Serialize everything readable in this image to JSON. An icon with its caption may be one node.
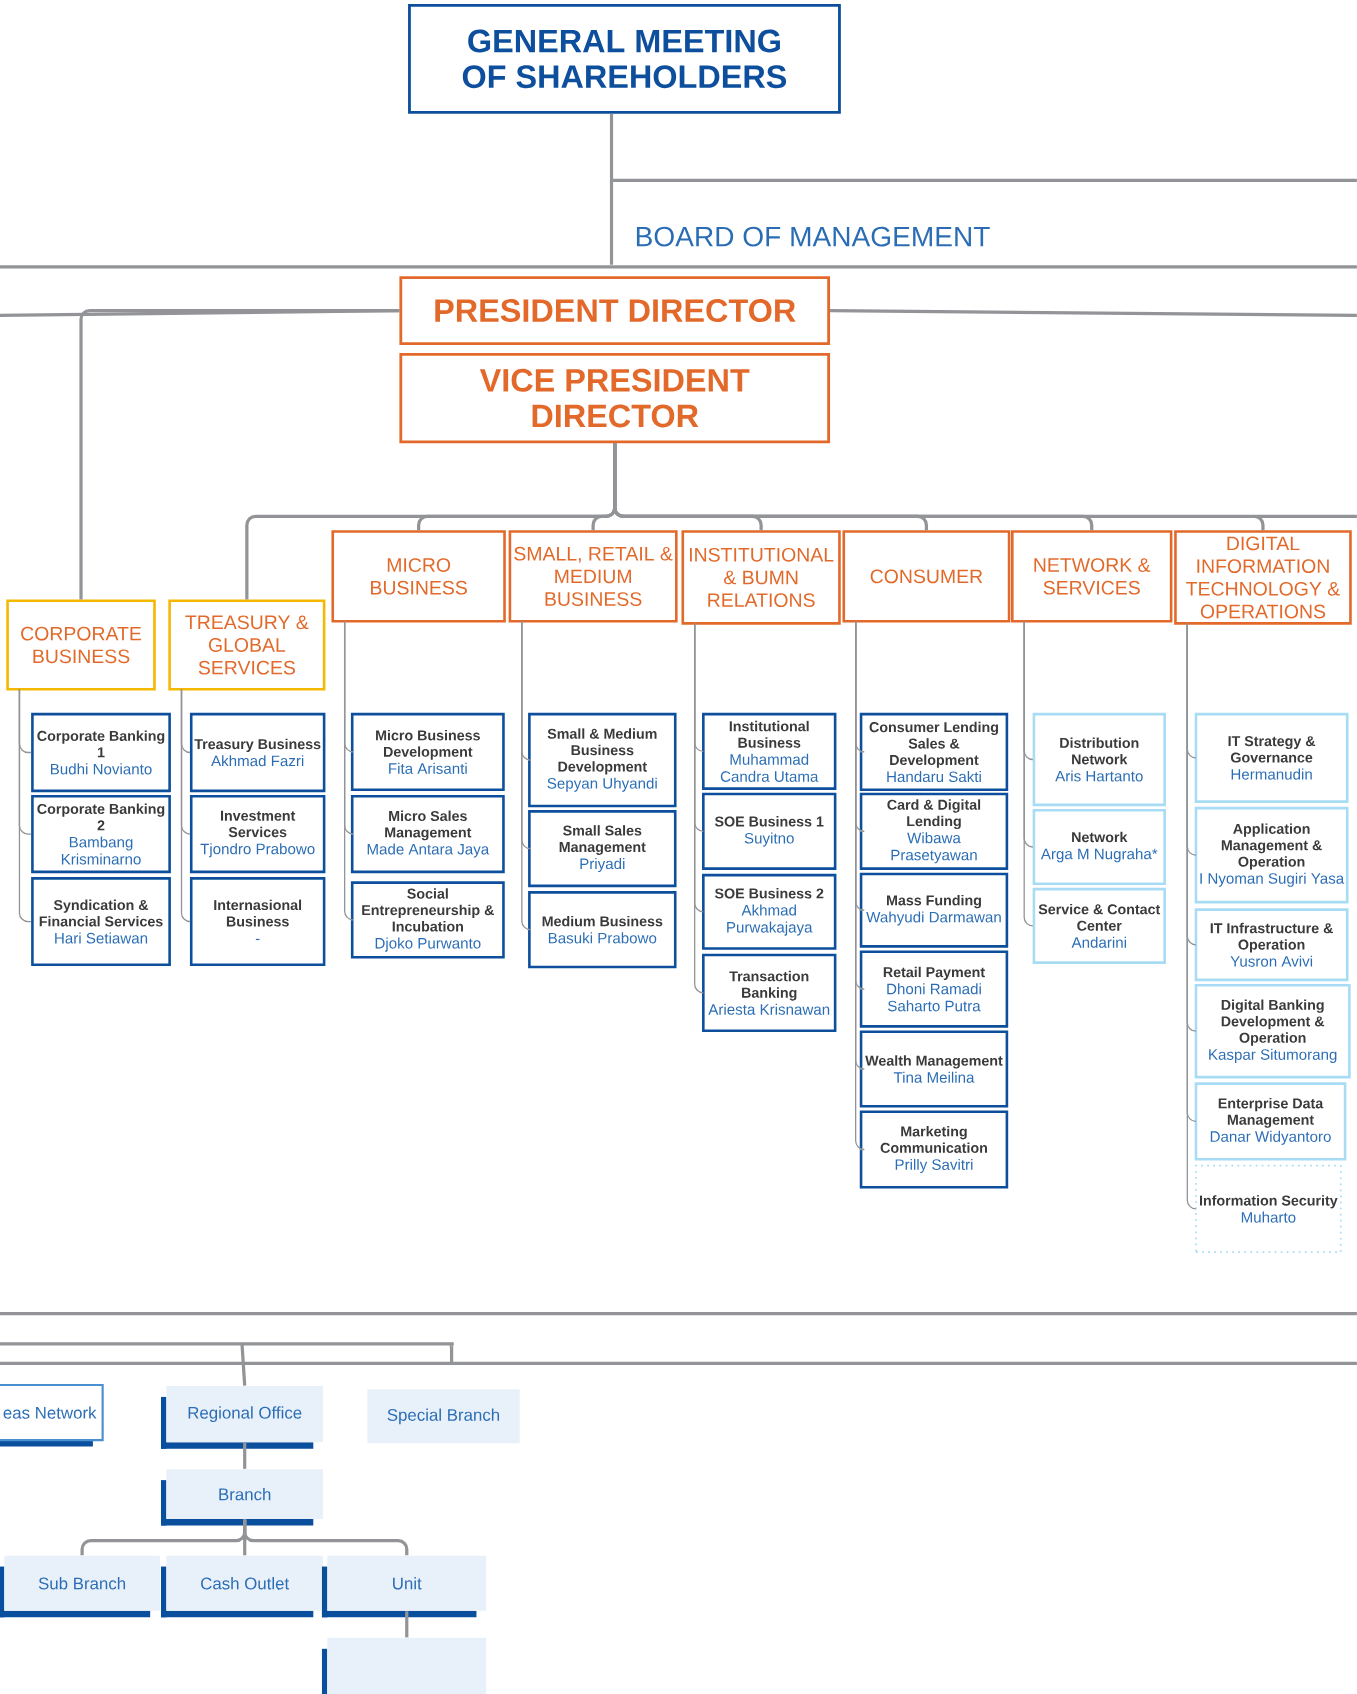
{
  "diagram": {
    "nodes": [
      {
        "text": [
          "GENERAL MEETING OF SHAREHOLDERS"
        ]
      },
      {
        "text": [
          "PRESIDENT DIRECTOR"
        ]
      },
      {
        "text": [
          "VICE PRESIDENT DIRECTOR"
        ]
      },
      {
        "text": [
          "CORPORATE BUSINESS"
        ]
      },
      {
        "text": [
          "TREASURY & GLOBAL SERVICES"
        ]
      },
      {
        "text": [
          "MICRO BUSINESS"
        ]
      },
      {
        "text": [
          "SMALL, RETAIL & MEDIUM BUSINESS"
        ]
      },
      {
        "text": [
          "INSTITUTIONAL & BUMN RELATIONS"
        ]
      },
      {
        "text": [
          "CONSUMER"
        ]
      },
      {
        "text": [
          "NETWORK & SERVICES"
        ]
      },
      {
        "text": [
          "DIGITAL INFORMATION TECHNOLOGY & OPERATIONS"
        ]
      },
      {
        "text": [
          "Corporate Banking 1",
          "Budhi Novianto"
        ]
      },
      {
        "text": [
          "Corporate Banking 2",
          "Bambang Krisminarno"
        ]
      },
      {
        "text": [
          "Syndication & Financial Services",
          "Hari Setiawan"
        ]
      },
      {
        "text": [
          "Treasury Business",
          "Akhmad Fazri"
        ]
      },
      {
        "text": [
          "Investment Services",
          "Tjondro Prabowo"
        ]
      },
      {
        "text": [
          "Internasional Business",
          "-"
        ]
      },
      {
        "text": [
          "Micro Business Development",
          "Fita Arisanti"
        ]
      },
      {
        "text": [
          "Micro Sales Management",
          "Made Antara Jaya"
        ]
      },
      {
        "text": [
          "Social Entrepreneurship & Incubation",
          "Djoko Purwanto"
        ]
      },
      {
        "text": [
          "Small & Medium Business Development",
          "Sepyan Uhyandi"
        ]
      },
      {
        "text": [
          "Small Sales Management",
          "Priyadi"
        ]
      },
      {
        "text": [
          "Medium Business",
          "Basuki Prabowo"
        ]
      },
      {
        "text": [
          "Institutional Business",
          "Muhammad Candra Utama"
        ]
      },
      {
        "text": [
          "SOE Business 1",
          "Suyitno"
        ]
      },
      {
        "text": [
          "SOE Business 2",
          "Akhmad Purwakajaya"
        ]
      },
      {
        "text": [
          "Transaction Banking",
          "Ariesta Krisnawan"
        ]
      },
      {
        "text": [
          "Consumer Lending Sales & Development",
          "Handaru Sakti"
        ]
      },
      {
        "text": [
          "Card & Digital Lending",
          "Wibawa Prasetyawan"
        ]
      },
      {
        "text": [
          "Mass Funding",
          "Wahyudi Darmawan"
        ]
      },
      {
        "text": [
          "Retail Payment",
          "Dhoni Ramadi Saharto Putra"
        ]
      },
      {
        "text": [
          "Wealth Management",
          "Tina Meilina"
        ]
      },
      {
        "text": [
          "Marketing Communication",
          "Prilly Savitri"
        ]
      },
      {
        "text": [
          "Distribution Network",
          "Aris Hartanto"
        ]
      },
      {
        "text": [
          "Network",
          "Arga M Nugraha*"
        ]
      },
      {
        "text": [
          "Service & Contact Center",
          "Andarini"
        ]
      },
      {
        "text": [
          "IT Strategy & Governance",
          "Hermanudin"
        ]
      },
      {
        "text": [
          "Application Management & Operation",
          "I Nyoman Sugiri Yasa"
        ]
      },
      {
        "text": [
          "IT Infrastructure & Operation",
          "Yusron Avivi"
        ]
      },
      {
        "text": [
          "Digital Banking Development & Operation",
          "Kaspar Situmorang"
        ]
      },
      {
        "text": [
          "Enterprise Data Management",
          "Danar Widyantoro"
        ]
      },
      {
        "text": [
          "Information Security",
          "Muharto"
        ]
      },
      {
        "text": [
          "eas Network"
        ]
      },
      {
        "text": [
          "Regional Office"
        ]
      },
      {
        "text": [
          "Special Branch"
        ]
      },
      {
        "text": [
          "Branch"
        ]
      },
      {
        "text": [
          "Sub Branch"
        ]
      },
      {
        "text": [
          "Cash Outlet"
        ]
      },
      {
        "text": [
          "Unit"
        ]
      },
      {
        "text": [],
        "shape": "box"
      }
    ],
    "edges": [
      {
        "from": 0,
        "to": null,
        "arrow": "none"
      },
      {
        "from": 1,
        "to": null,
        "arrow": "none"
      },
      {
        "from": 1,
        "to": 3,
        "arrow": "none"
      },
      {
        "from": 2,
        "to": 4,
        "arrow": "none"
      },
      {
        "from": 2,
        "to": 5,
        "arrow": "none"
      },
      {
        "from": 2,
        "to": 6,
        "arrow": "none"
      },
      {
        "from": 2,
        "to": 7,
        "arrow": "none"
      },
      {
        "from": 2,
        "to": 8,
        "arrow": "none"
      },
      {
        "from": 2,
        "to": 9,
        "arrow": "none"
      },
      {
        "from": 2,
        "to": 10,
        "arrow": "none"
      },
      {
        "from": 3,
        "to": 11,
        "arrow": "none"
      },
      {
        "from": 3,
        "to": 12,
        "arrow": "none"
      },
      {
        "from": 3,
        "to": 13,
        "arrow": "none"
      },
      {
        "from": 4,
        "to": 14,
        "arrow": "none"
      },
      {
        "from": 4,
        "to": 15,
        "arrow": "none"
      },
      {
        "from": 4,
        "to": 16,
        "arrow": "none"
      },
      {
        "from": 5,
        "to": 17,
        "arrow": "none"
      },
      {
        "from": 5,
        "to": 18,
        "arrow": "none"
      },
      {
        "from": 5,
        "to": 19,
        "arrow": "none"
      },
      {
        "from": 6,
        "to": 20,
        "arrow": "none"
      },
      {
        "from": 6,
        "to": 21,
        "arrow": "none"
      },
      {
        "from": 6,
        "to": 22,
        "arrow": "none"
      },
      {
        "from": 7,
        "to": 23,
        "arrow": "none"
      },
      {
        "from": 7,
        "to": 24,
        "arrow": "none"
      },
      {
        "from": 7,
        "to": 25,
        "arrow": "none"
      },
      {
        "from": 7,
        "to": 26,
        "arrow": "none"
      },
      {
        "from": 8,
        "to": 27,
        "arrow": "none"
      },
      {
        "from": 8,
        "to": 28,
        "arrow": "none"
      },
      {
        "from": 8,
        "to": 29,
        "arrow": "none"
      },
      {
        "from": 8,
        "to": 30,
        "arrow": "none"
      },
      {
        "from": 8,
        "to": 31,
        "arrow": "none"
      },
      {
        "from": 8,
        "to": 32,
        "arrow": "none"
      },
      {
        "from": 9,
        "to": 33,
        "arrow": "none"
      },
      {
        "from": 9,
        "to": 34,
        "arrow": "none"
      },
      {
        "from": 9,
        "to": 35,
        "arrow": "none"
      },
      {
        "from": 10,
        "to": 36,
        "arrow": "none"
      },
      {
        "from": 10,
        "to": 37,
        "arrow": "none"
      },
      {
        "from": 10,
        "to": 38,
        "arrow": "none"
      },
      {
        "from": 10,
        "to": 39,
        "arrow": "none"
      },
      {
        "from": 10,
        "to": 40,
        "arrow": "none"
      },
      {
        "from": 10,
        "to": 41,
        "arrow": "none"
      },
      {
        "from": null,
        "to": 43,
        "arrow": "none"
      },
      {
        "from": 43,
        "to": 45,
        "arrow": "none"
      },
      {
        "from": 45,
        "to": 46,
        "arrow": "none"
      },
      {
        "from": 45,
        "to": 47,
        "arrow": "none"
      },
      {
        "from": 45,
        "to": 48,
        "arrow": "none"
      },
      {
        "from": 48,
        "to": 49,
        "arrow": "none"
      }
    ],
    "labels": [
      "BOARD OF MANAGEMENT"
    ]
  }
}
